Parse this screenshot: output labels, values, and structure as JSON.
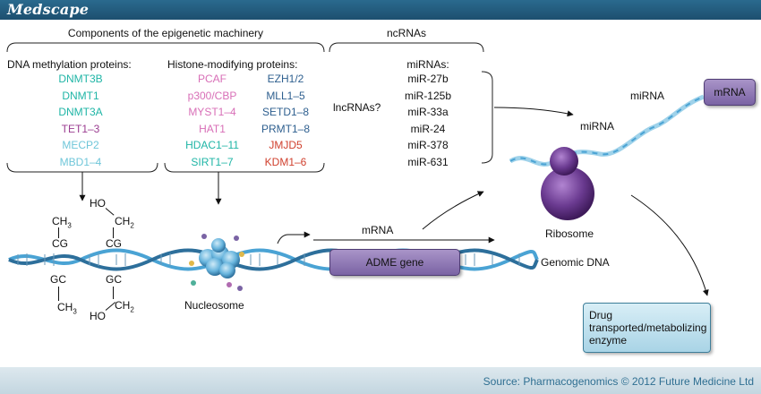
{
  "header": {
    "logo": "Medscape"
  },
  "sections": {
    "epigenetic_title": "Components of the epigenetic machinery",
    "ncrnas_title": "ncRNAs"
  },
  "dna_methylation": {
    "title": "DNA methylation proteins:",
    "items": [
      {
        "label": "DNMT3B",
        "color": "#1fb5a6"
      },
      {
        "label": "DNMT1",
        "color": "#1fb5a6"
      },
      {
        "label": "DNMT3A",
        "color": "#1fb5a6"
      },
      {
        "label": "TET1–3",
        "color": "#9b3d91"
      },
      {
        "label": "MECP2",
        "color": "#6fc6d9"
      },
      {
        "label": "MBD1–4",
        "color": "#6fc6d9"
      }
    ]
  },
  "histone_modifying": {
    "title": "Histone-modifying proteins:",
    "left": [
      {
        "label": "PCAF",
        "color": "#d86fb7"
      },
      {
        "label": "p300/CBP",
        "color": "#d86fb7"
      },
      {
        "label": "MYST1–4",
        "color": "#d86fb7"
      },
      {
        "label": "HAT1",
        "color": "#d86fb7"
      },
      {
        "label": "HDAC1–11",
        "color": "#1fb5a6"
      },
      {
        "label": "SIRT1–7",
        "color": "#1fb5a6"
      }
    ],
    "right": [
      {
        "label": "EZH1/2",
        "color": "#2e5f8f"
      },
      {
        "label": "MLL1–5",
        "color": "#2e5f8f"
      },
      {
        "label": "SETD1–8",
        "color": "#2e5f8f"
      },
      {
        "label": "PRMT1–8",
        "color": "#2e5f8f"
      },
      {
        "label": "JMJD5",
        "color": "#d0402e"
      },
      {
        "label": "KDM1–6",
        "color": "#d0402e"
      }
    ]
  },
  "ncrnas": {
    "lncrnas": "lncRNAs?",
    "mirnas_title": "miRNAs:",
    "mirnas": [
      "miR-27b",
      "miR-125b",
      "miR-33a",
      "miR-24",
      "miR-378",
      "miR-631"
    ]
  },
  "methylation_chem": {
    "top_left": [
      "CH",
      "CG"
    ],
    "top_left_sub": "3",
    "top_right": [
      "HO",
      "CH",
      "CG"
    ],
    "top_right_sub": "2",
    "bottom_left": [
      "GC",
      "CH"
    ],
    "bottom_left_sub": "3",
    "bottom_right": [
      "GC",
      "HO",
      "CH"
    ],
    "bottom_right_sub": "2"
  },
  "labels": {
    "nucleosome": "Nucleosome",
    "mrna": "mRNA",
    "adme_gene": "ADME gene",
    "genomic_dna": "Genomic DNA",
    "ribosome": "Ribosome",
    "mirna_upper": "miRNA",
    "mirna_lower": "miRNA",
    "mrna_box": "mRNA",
    "drug_enzyme": "Drug transported/metabolizing enzyme"
  },
  "footer": {
    "source": "Source: Pharmacogenomics © 2012 Future Medicine Ltd"
  },
  "colors": {
    "header_bg": "#1d4f6f",
    "dna_blue": "#4aa3d4",
    "purple": "#7a63a4",
    "ribosome": "#5a2d7a"
  }
}
